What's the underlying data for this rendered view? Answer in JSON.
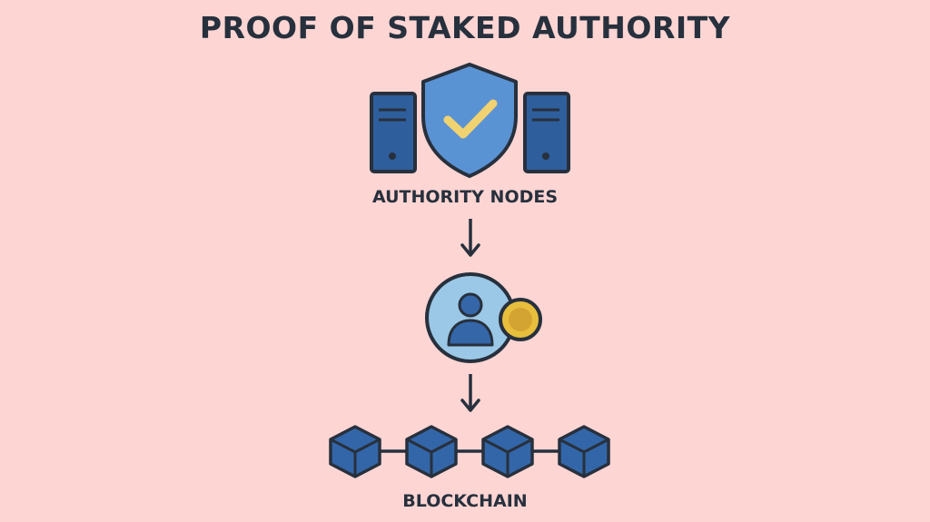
{
  "diagram": {
    "title": "PROOF OF STAKED AUTHORITY",
    "nodes": [
      {
        "id": "authority",
        "label": "AUTHORITY NODES",
        "icon": "shield-check-servers-icon"
      },
      {
        "id": "staker",
        "label": "",
        "icon": "user-coin-icon"
      },
      {
        "id": "blockchain",
        "label": "BLOCKCHAIN",
        "icon": "linked-blocks-icon"
      }
    ],
    "edges": [
      {
        "from": "authority",
        "to": "staker",
        "style": "arrow-down"
      },
      {
        "from": "staker",
        "to": "blockchain",
        "style": "arrow-down"
      }
    ],
    "block_count": 4
  },
  "colors": {
    "background": "#fdd5d3",
    "outline": "#27303d",
    "server_blue": "#2f5e9c",
    "shield_blue": "#5a93d4",
    "check_yellow": "#f0d271",
    "circle_light_blue": "#9bc8e6",
    "person_blue": "#3466a8",
    "coin_gold": "#e8bf3c",
    "coin_inner": "#d3a432",
    "block_blue": "#3366a8"
  }
}
